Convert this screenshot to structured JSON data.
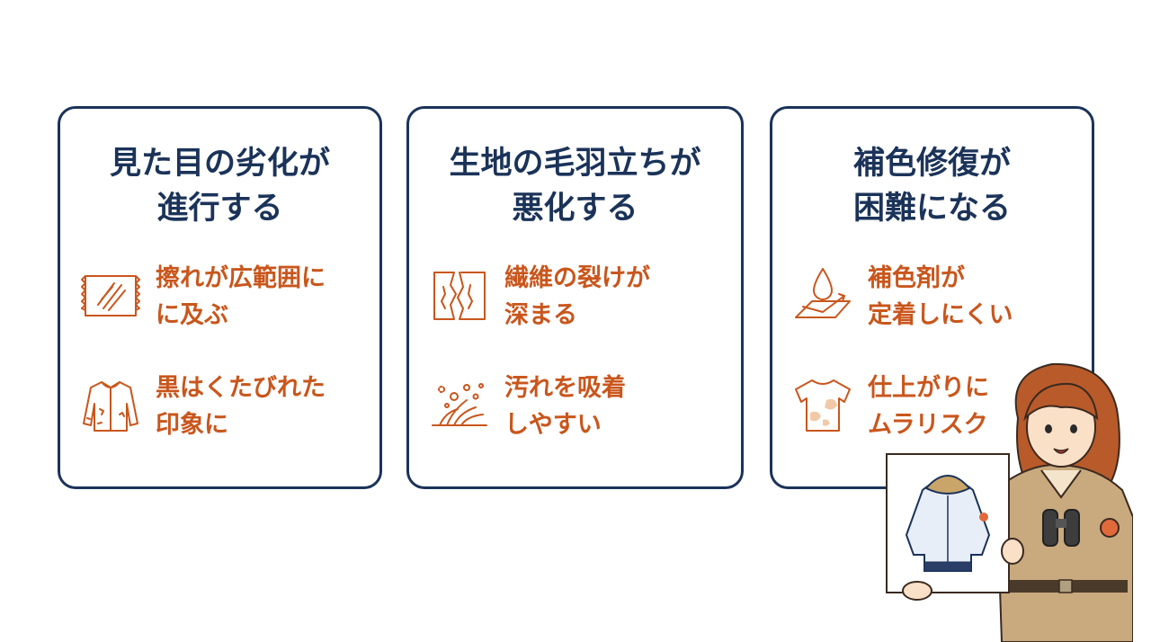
{
  "cards": [
    {
      "title_lines": [
        "見た目の劣化が",
        "進行する"
      ],
      "items": [
        {
          "icon": "worn-fabric-icon",
          "lines": [
            "擦れが広範囲に",
            "に及ぶ"
          ]
        },
        {
          "icon": "jacket-icon",
          "lines": [
            "黒はくたびれた",
            "印象に"
          ]
        }
      ]
    },
    {
      "title_lines": [
        "生地の毛羽立ちが",
        "悪化する"
      ],
      "items": [
        {
          "icon": "torn-fiber-icon",
          "lines": [
            "繊維の裂けが",
            "深まる"
          ]
        },
        {
          "icon": "dirt-particles-icon",
          "lines": [
            "汚れを吸着",
            "しやすい"
          ]
        }
      ]
    },
    {
      "title_lines": [
        "補色修復が",
        "困難になる"
      ],
      "items": [
        {
          "icon": "dye-drop-icon",
          "lines": [
            "補色剤が",
            "定着しにくい"
          ]
        },
        {
          "icon": "stained-shirt-icon",
          "lines": [
            "仕上がりに",
            "ムラリスク"
          ]
        }
      ]
    }
  ],
  "colors": {
    "navy": "#1b3359",
    "orange": "#c9561c",
    "background": "#ffffff"
  },
  "illustration": {
    "icon": "woman-holding-jacket-picture-icon"
  }
}
